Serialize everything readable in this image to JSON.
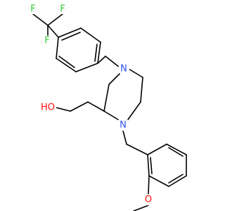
{
  "molecule": {
    "atoms": {
      "f1": "F",
      "f2": "F",
      "f3": "F",
      "n_top": "N",
      "n_bottom": "N",
      "oh": "HO",
      "o_ether": "O"
    },
    "colors": {
      "bond": "#000000",
      "fluorine": "#33cc33",
      "nitrogen": "#3050f8",
      "oxygen": "#ff0d0d",
      "background": "#ffffff"
    }
  }
}
